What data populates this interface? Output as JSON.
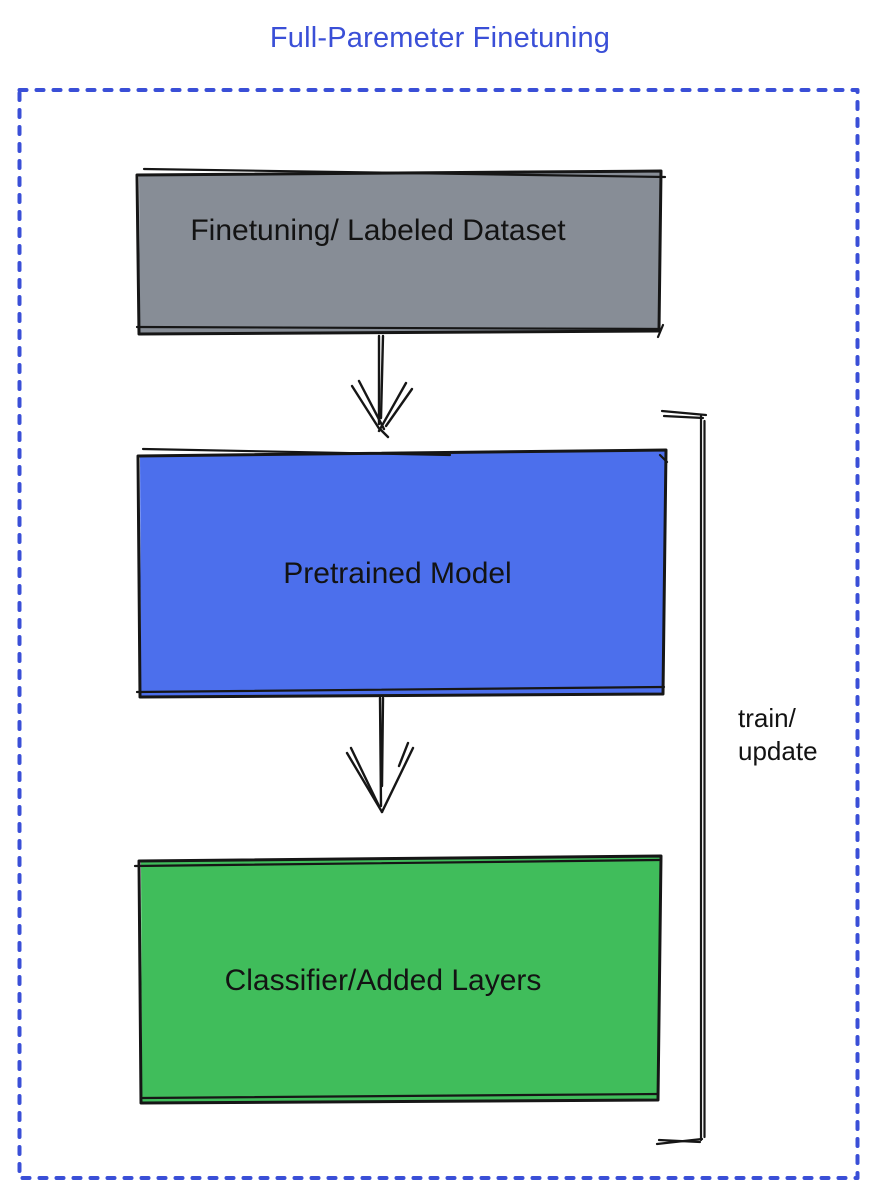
{
  "title": "Full-Paremeter Finetuning",
  "colors": {
    "title": "#3a4fd7",
    "dashed_border": "#3a4fd7",
    "box_outline": "#161616",
    "dataset_fill": "#878d96",
    "pretrained_fill": "#4c6fec",
    "classifier_fill": "#40bd5b",
    "label_text": "#131313"
  },
  "boxes": [
    {
      "id": "finetuning-dataset",
      "label": "Finetuning/ Labeled Dataset",
      "fill": "#878d96"
    },
    {
      "id": "pretrained-model",
      "label": "Pretrained Model",
      "fill": "#4c6fec"
    },
    {
      "id": "classifier-added-layers",
      "label": "Classifier/Added Layers",
      "fill": "#40bd5b"
    }
  ],
  "edges": [
    {
      "from": "finetuning-dataset",
      "to": "pretrained-model",
      "type": "arrow-down"
    },
    {
      "from": "pretrained-model",
      "to": "classifier-added-layers",
      "type": "arrow-down"
    }
  ],
  "loop_annotation": {
    "line1": "train/",
    "line2": "update",
    "side": "right",
    "covers": [
      "pretrained-model",
      "classifier-added-layers"
    ]
  }
}
